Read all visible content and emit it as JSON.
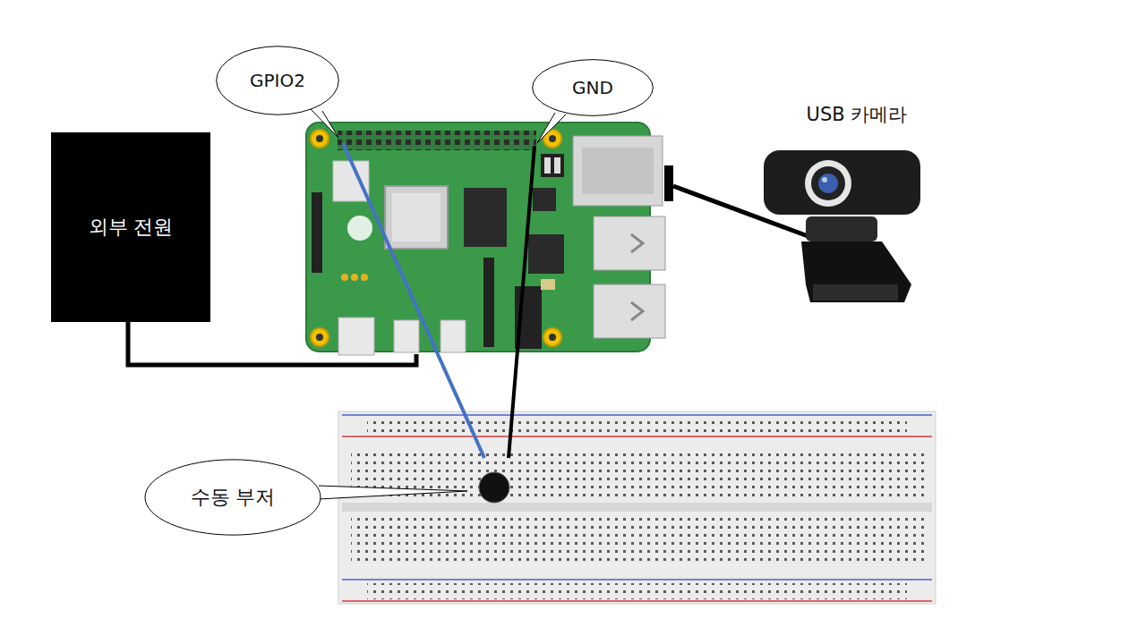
{
  "diagram": {
    "nodes": [
      {
        "text": [
          "GPIO2"
        ]
      },
      {
        "text": [
          "GND"
        ]
      },
      {
        "text": [
          "외부 전원"
        ]
      },
      {
        "text": [
          "수동 부저"
        ]
      }
    ],
    "labels": [
      "USB 카메라"
    ]
  }
}
